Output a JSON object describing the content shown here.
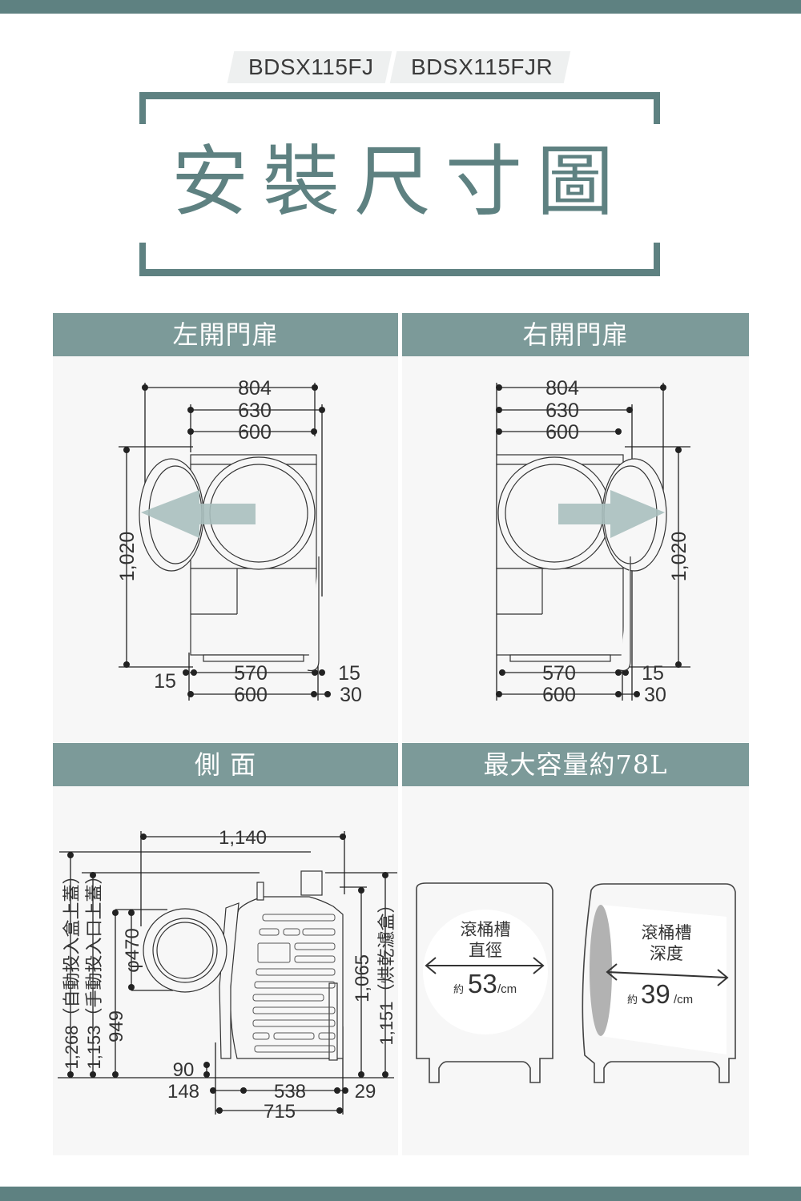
{
  "page": {
    "models": [
      "BDSX115FJ",
      "BDSX115FJR"
    ],
    "title": "安裝尺寸圖",
    "colors": {
      "brand": "#5e8181",
      "panel_header": "#7c9a99",
      "panel_bg": "#f7f7f7",
      "arrow": "#a9bfbe",
      "line": "#222222"
    }
  },
  "panels": {
    "left_door": {
      "title": "左開門扉",
      "dims": {
        "overall_width": "804",
        "with_hose": "630",
        "body_width": "600",
        "height": "1,020",
        "base_left": "15",
        "feet_width": "570",
        "base_width": "600",
        "right_offset": "15",
        "hose_offset": "30"
      }
    },
    "right_door": {
      "title": "右開門扉",
      "dims": {
        "overall_width": "804",
        "with_hose": "630",
        "body_width": "600",
        "height": "1,020",
        "feet_width": "570",
        "base_width": "600",
        "right_offset": "15",
        "hose_offset": "30"
      }
    },
    "side": {
      "title": "側 面",
      "dims": {
        "depth_door_open": "1,140",
        "h_auto_lid": "1,268（自動投入盒上蓋）",
        "h_manual_lid": "1,153（手動投入口上蓋）",
        "door_center": "949",
        "door_diameter": "φ470",
        "h_top": "1,065",
        "h_filter": "1,151（烘乾濾盒）",
        "floor_clearance": "90",
        "front_offset": "148",
        "feet_depth": "538",
        "rear_offset": "29",
        "body_depth": "715"
      }
    },
    "capacity": {
      "title": "最大容量約78L",
      "drum_diameter": {
        "label_line1": "滾桶槽",
        "label_line2": "直徑",
        "prefix": "約",
        "value": "53",
        "unit": "/cm"
      },
      "drum_depth": {
        "label_line1": "滾桶槽",
        "label_line2": "深度",
        "prefix": "約",
        "value": "39",
        "unit": "/cm"
      }
    }
  }
}
